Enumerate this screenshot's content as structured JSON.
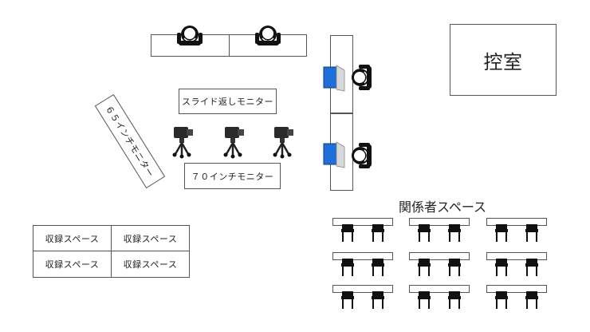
{
  "diagram": {
    "waiting_room": "控室",
    "slide_return_monitor": "スライド返しモニター",
    "monitor_65": "６５インチモニター",
    "monitor_70": "７０インチモニター",
    "stakeholder_space_title": "関係者スペース",
    "recording_spaces": [
      "収録スペース",
      "収録スペース",
      "収録スペース",
      "収録スペース"
    ]
  }
}
